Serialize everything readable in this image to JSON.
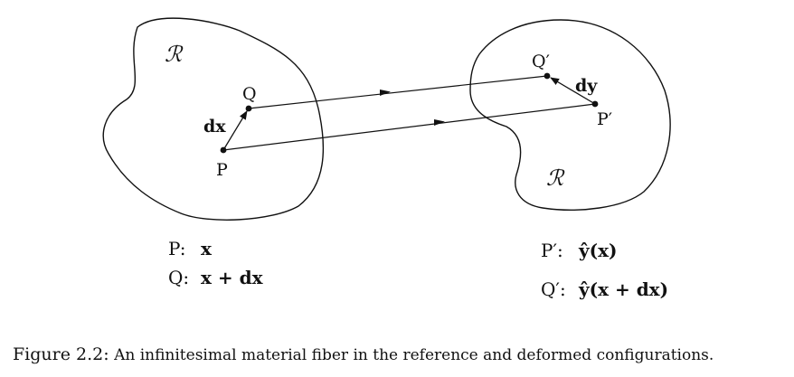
{
  "figure": {
    "left": {
      "region_label": "ℛ",
      "point_p": "P",
      "point_q": "Q",
      "vector_label": "dx",
      "legend": [
        {
          "name": "P:",
          "value": "x"
        },
        {
          "name": "Q:",
          "value": "x + dx"
        }
      ]
    },
    "right": {
      "region_label": "ℛ",
      "point_p": "P′",
      "point_q": "Q′",
      "vector_label": "dy",
      "legend": [
        {
          "name": "P′:",
          "value": "ŷ(x)"
        },
        {
          "name": "Q′:",
          "value": "ŷ(x + dx)"
        }
      ]
    },
    "caption": {
      "number": "Figure 2.2:",
      "text": "An infinitesimal material fiber in the reference and deformed configurations."
    }
  }
}
